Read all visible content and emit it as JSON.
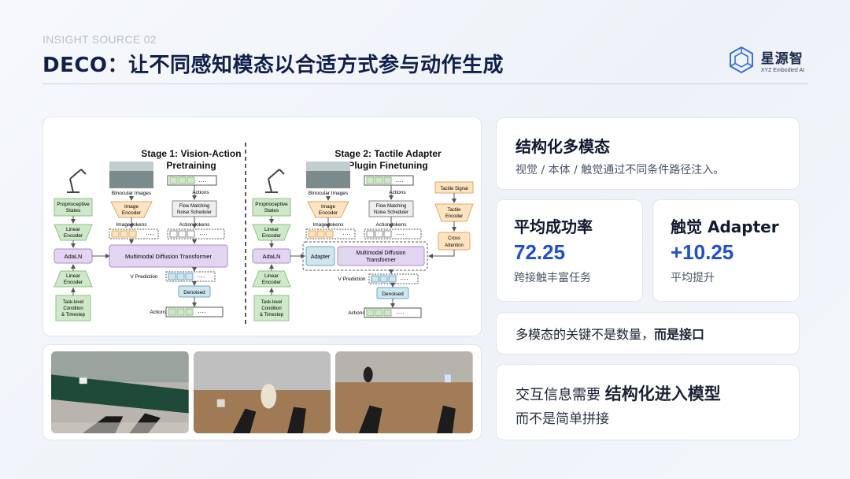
{
  "header": {
    "overline": "INSIGHT SOURCE 02",
    "title": "DECO：让不同感知模态以合适方式参与动作生成"
  },
  "logo": {
    "name_cn": "星源智",
    "name_en": "XYZ Embodied AI",
    "icon": "cube-logo-icon"
  },
  "diagram": {
    "stage1_title_1": "Stage 1: Vision-Action",
    "stage1_title_2": "Pretraining",
    "stage2_title_1": "Stage 2: Tactile Adapter",
    "stage2_title_2": "Plugin Finetuning",
    "proprio_1": "Proprioceptive",
    "proprio_2": "States",
    "linear_1": "Linear",
    "linear_2": "Encoder",
    "adaln": "AdaLN",
    "task_1": "Task-level",
    "task_2": "Condition",
    "task_3": "& Timestep",
    "binocular": "Binocular Images",
    "image_enc_1": "Image",
    "image_enc_2": "Encoder",
    "image_tokens": "Image tokens",
    "actions": "Actions",
    "flow_1": "Flow Matching",
    "flow_2": "Noise Scheduler",
    "action_tokens": "Action tokens",
    "mdt": "Multimodal Diffusion Transformer",
    "mdt2_1": "Multimodal Diffusion",
    "mdt2_2": "Transformer",
    "adapter": "Adapter",
    "v_pred": "V Prediction",
    "denoised": "Denoised",
    "tactile_signal": "Tactile Signal",
    "tactile_enc_1": "Tactile",
    "tactile_enc_2": "Encoder",
    "cross_1": "Cross",
    "cross_2": "Attention"
  },
  "cards": {
    "structured": {
      "title": "结构化多模态",
      "desc": "视觉 / 本体 / 触觉通过不同条件路径注入。"
    },
    "success": {
      "title": "平均成功率",
      "value": "72.25",
      "desc": "跨接触丰富任务"
    },
    "tactile": {
      "title": "触觉 Adapter",
      "value": "+10.25",
      "desc": "平均提升"
    },
    "interface": {
      "text": "多模态的关键不是数量，",
      "bold": "而是接口"
    },
    "interaction": {
      "lead": "交互信息需要 ",
      "bold": "结构化进入模型",
      "line2": "而不是简单拼接"
    }
  },
  "colors": {
    "accent": "#1d4fd6",
    "title": "#10204a",
    "green_box": "#cfe8c9",
    "purple_box": "#e3d5f2",
    "blue_box": "#cfe6ef",
    "orange_box": "#fde3c0"
  }
}
